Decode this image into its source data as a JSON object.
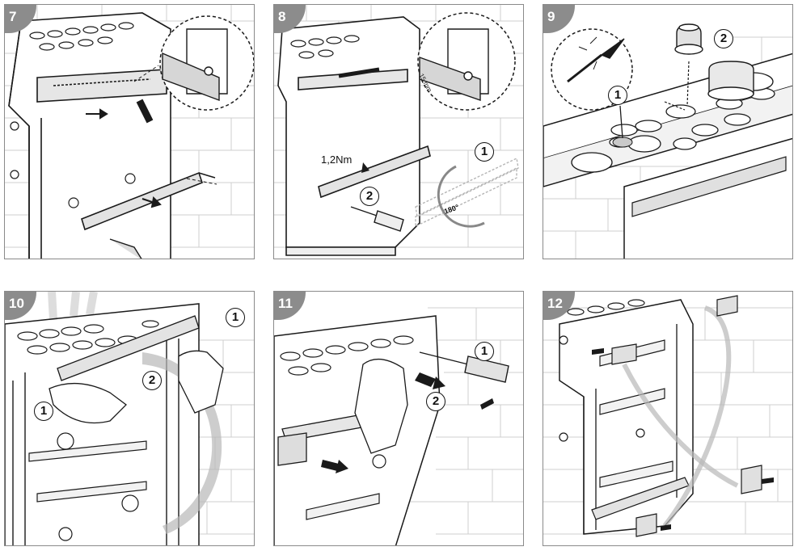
{
  "steps": [
    {
      "number": "7",
      "callouts": []
    },
    {
      "number": "8",
      "callouts": [
        "1",
        "2"
      ],
      "torque": "1,2Nm",
      "rotation": "180°",
      "dimension": "15 mm"
    },
    {
      "number": "9",
      "callouts": [
        "1",
        "2"
      ]
    },
    {
      "number": "10",
      "callouts": [
        "1",
        "2",
        "1"
      ]
    },
    {
      "number": "11",
      "callouts": [
        "1",
        "2"
      ]
    },
    {
      "number": "12",
      "callouts": []
    }
  ],
  "colors": {
    "line": "#1a1a1a",
    "tab": "#8c8c8c",
    "shade": "#cfcfcf",
    "arrow_gray": "#b8b8b8"
  },
  "icons": [
    "screwdriver-icon",
    "rail-icon",
    "grommet-icon",
    "knife-icon",
    "hand-icon",
    "direction-arrow-icon"
  ]
}
